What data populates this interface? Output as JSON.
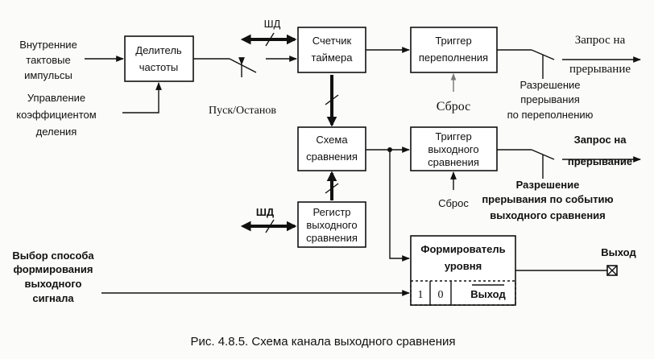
{
  "blocks": {
    "divider": [
      "Делитель",
      "частоты"
    ],
    "timer_counter": [
      "Счетчик",
      "таймера"
    ],
    "overflow_trigger": [
      "Триггер",
      "переполнения"
    ],
    "compare_circuit": [
      "Схема",
      "сравнения"
    ],
    "output_trigger": [
      "Триггер",
      "выходного",
      "сравнения"
    ],
    "compare_register": [
      "Регистр",
      "выходного",
      "сравнения"
    ],
    "level_former": [
      "Формирователь",
      "уровня"
    ],
    "mode_cells": [
      "1",
      "0",
      "Выход"
    ]
  },
  "labels": {
    "clock_input": [
      "Внутренние",
      "тактовые",
      "импульсы"
    ],
    "division_control": [
      "Управление",
      "коэффициентом",
      "деления"
    ],
    "start_stop": "Пуск/Останов",
    "data_bus_top": "ШД",
    "data_bus_bottom": "ШД",
    "reset_overflow": "Сброс",
    "reset_output": "Сброс",
    "irq_overflow": [
      "Запрос на",
      "прерывание"
    ],
    "irq_compare": [
      "Запрос на",
      "прерывание"
    ],
    "enable_overflow": [
      "Разрешение",
      "прерывания",
      "по переполнению"
    ],
    "enable_compare": [
      "Разрешение",
      "прерывания по событию",
      "выходного сравнения"
    ],
    "mode_select": [
      "Выбор способа",
      "формирования",
      "выходного",
      "сигнала"
    ],
    "output_pin": "Выход"
  },
  "caption": "Рис. 4.8.5. Схема канала выходного сравнения"
}
